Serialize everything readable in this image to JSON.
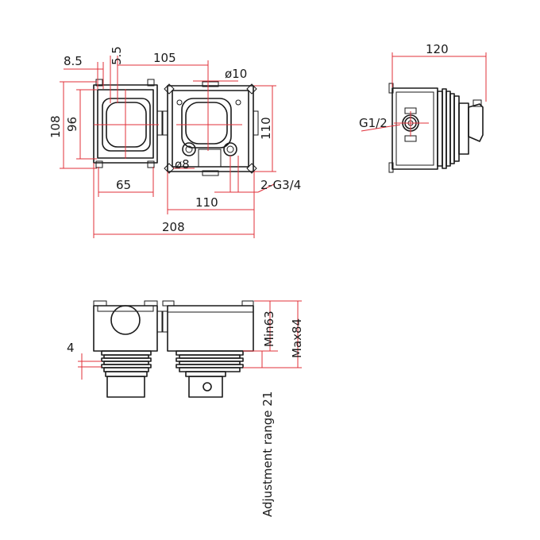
{
  "dimensions": {
    "d_8_5": "8.5",
    "d_5_5": "5.5",
    "d_105": "105",
    "d_phi10": "ø10",
    "d_108": "108",
    "d_96": "96",
    "d_110_v": "110",
    "d_phi8": "ø8",
    "d_65": "65",
    "d_2g34": "2-G3/4",
    "d_110_h": "110",
    "d_208": "208",
    "d_120": "120",
    "d_g12": "G1/2",
    "d_4": "4",
    "d_min63": "Min63",
    "d_max84": "Max84",
    "d_adjust": "Adjustment range 21"
  },
  "colors": {
    "outline": "#1a1a1a",
    "dimension_line": "#e0303a"
  }
}
